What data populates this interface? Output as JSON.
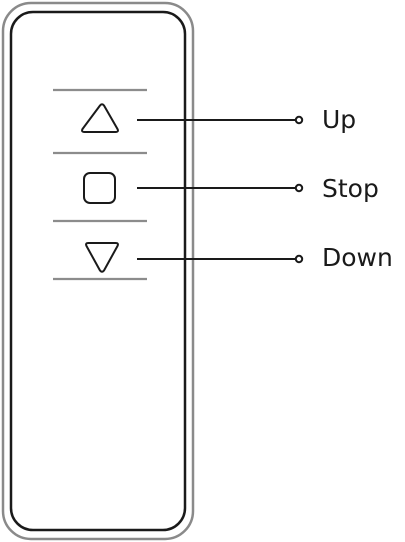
{
  "remote": {
    "buttons": [
      {
        "id": "up",
        "icon": "triangle-up-icon",
        "label": "Up"
      },
      {
        "id": "stop",
        "icon": "square-stop-icon",
        "label": "Stop"
      },
      {
        "id": "down",
        "icon": "triangle-down-icon",
        "label": "Down"
      }
    ]
  },
  "colors": {
    "outline": "#1a1a1a",
    "outer_shell": "#8a8a8a",
    "divider": "#8c8c8c",
    "background": "#ffffff"
  }
}
